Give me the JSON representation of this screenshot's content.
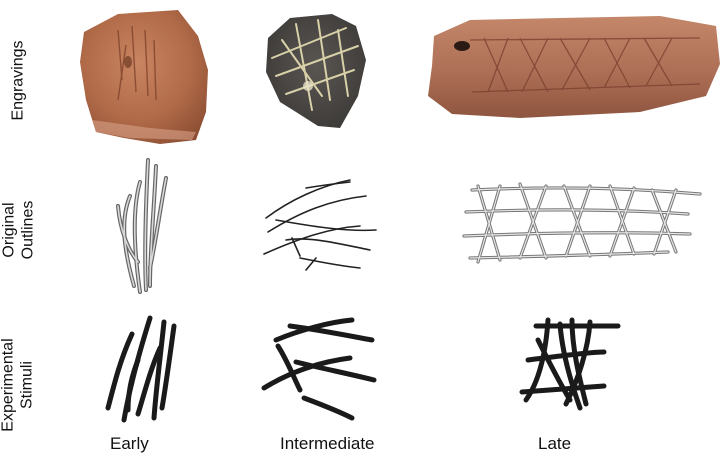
{
  "rows": {
    "engravings": {
      "lines": [
        "Engravings"
      ]
    },
    "outlines": {
      "lines": [
        "Original",
        "Outlines"
      ]
    },
    "stimuli": {
      "lines": [
        "Experimental",
        "Stimuli"
      ]
    }
  },
  "columns": {
    "early": "Early",
    "intermediate": "Intermediate",
    "late": "Late"
  },
  "colors": {
    "stone_red": "#b06a48",
    "stone_dark": "#4a4744",
    "outline_gray": "#8a8a8a",
    "stimulus_black": "#1a1a1a"
  }
}
